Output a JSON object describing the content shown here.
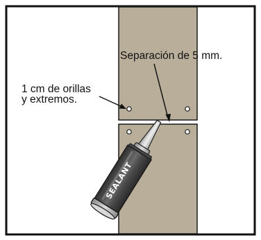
{
  "labels": {
    "gap_note": "Separación de 5 mm.",
    "edge_note_line1": "1 cm  de orillas",
    "edge_note_line2": "y extremos.",
    "tube_text": "SEALANT"
  },
  "colors": {
    "frame": "#111111",
    "board_fill": "#b9ae99",
    "board_stroke": "#1a1a1a",
    "tube_dark": "#3a3a3a",
    "tube_mid": "#5e5e5e",
    "tube_light": "#c9c9c9",
    "tube_highlight": "#e6e6e6",
    "text": "#111111",
    "background": "#ffffff"
  },
  "icons": {
    "tube": "sealant-tube-icon",
    "hole": "screw-hole-icon"
  }
}
